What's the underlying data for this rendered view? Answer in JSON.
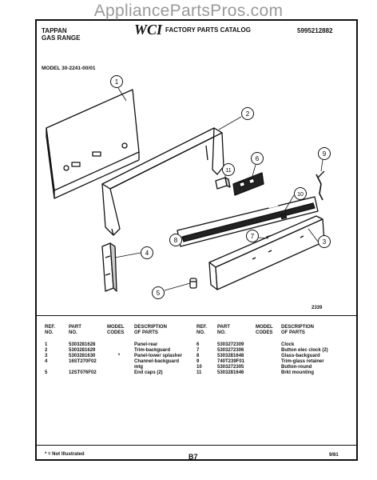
{
  "watermark": "AppliancePartsPros.com",
  "header": {
    "brand": "TAPPAN",
    "product": "GAS RANGE",
    "logo": "WCI",
    "catalog_title": "FACTORY PARTS CATALOG",
    "catalog_number": "5995212882"
  },
  "model": "MODEL 30-2241-00/01",
  "diagram_code": "2339",
  "callouts": [
    "1",
    "2",
    "3",
    "4",
    "5",
    "6",
    "7",
    "8",
    "9",
    "10",
    "11"
  ],
  "table_headers": {
    "ref_no": [
      "REF.",
      "NO."
    ],
    "part_no": [
      "PART",
      "NO."
    ],
    "model_codes": [
      "MODEL",
      "CODES"
    ],
    "description": [
      "DESCRIPTION",
      "OF PARTS"
    ]
  },
  "parts_left": [
    {
      "ref": "1",
      "part": "5303281628",
      "codes": "",
      "desc": "Panel-rear"
    },
    {
      "ref": "2",
      "part": "5303281629",
      "codes": "",
      "desc": "Trim-backguard"
    },
    {
      "ref": "3",
      "part": "5303281630",
      "codes": "*",
      "desc": "Panel-lower splasher"
    },
    {
      "ref": "4",
      "part": "16ST270F02",
      "codes": "",
      "desc": "Channel-backguard"
    },
    {
      "ref": "",
      "part": "",
      "codes": "",
      "desc": "mtg"
    },
    {
      "ref": "5",
      "part": "12ST076F02",
      "codes": "",
      "desc": "End caps (2)"
    }
  ],
  "parts_right": [
    {
      "ref": "6",
      "part": "5303272309",
      "codes": "",
      "desc": "Clock"
    },
    {
      "ref": "7",
      "part": "5303272306",
      "codes": "",
      "desc": "Button elec clock (2)"
    },
    {
      "ref": "8",
      "part": "5303281648",
      "codes": "",
      "desc": "Glass-backguard"
    },
    {
      "ref": "9",
      "part": "740T239F01",
      "codes": "",
      "desc": "Trim-glass retainer"
    },
    {
      "ref": "10",
      "part": "5303272305",
      "codes": "",
      "desc": "Button-round"
    },
    {
      "ref": "11",
      "part": "5303281646",
      "codes": "",
      "desc": "Brkt mounting"
    }
  ],
  "footer": {
    "note": "* = Not Illustrated",
    "page": "B7",
    "date": "9/81"
  }
}
